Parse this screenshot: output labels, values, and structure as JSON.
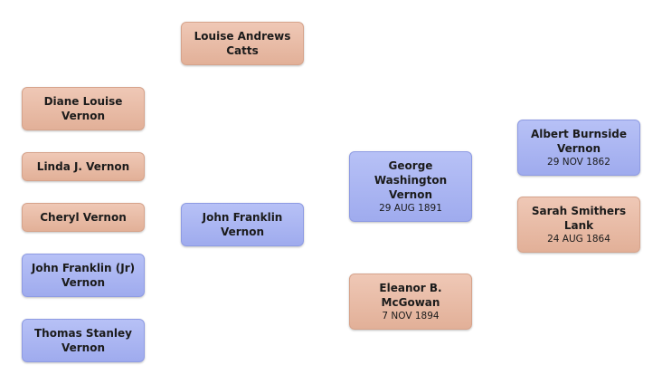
{
  "colors": {
    "female": "#e6b6a0",
    "male": "#a9b4f2"
  },
  "people": {
    "louise": {
      "name": "Louise Andrews\nCatts"
    },
    "diane": {
      "name": "Diane Louise\nVernon"
    },
    "linda": {
      "name": "Linda J.  Vernon"
    },
    "cheryl": {
      "name": "Cheryl  Vernon"
    },
    "john_jr": {
      "name": "John Franklin (Jr)\nVernon"
    },
    "thomas": {
      "name": "Thomas Stanley\nVernon"
    },
    "john": {
      "name": "John Franklin\nVernon"
    },
    "george": {
      "name": "George\nWashington\nVernon",
      "date": "29 AUG 1891"
    },
    "eleanor": {
      "name": "Eleanor B.\nMcGowan",
      "date": "7 NOV 1894"
    },
    "albert": {
      "name": "Albert Burnside\nVernon",
      "date": "29 NOV 1862"
    },
    "sarah": {
      "name": "Sarah Smithers\nLank",
      "date": "24 AUG 1864"
    }
  }
}
